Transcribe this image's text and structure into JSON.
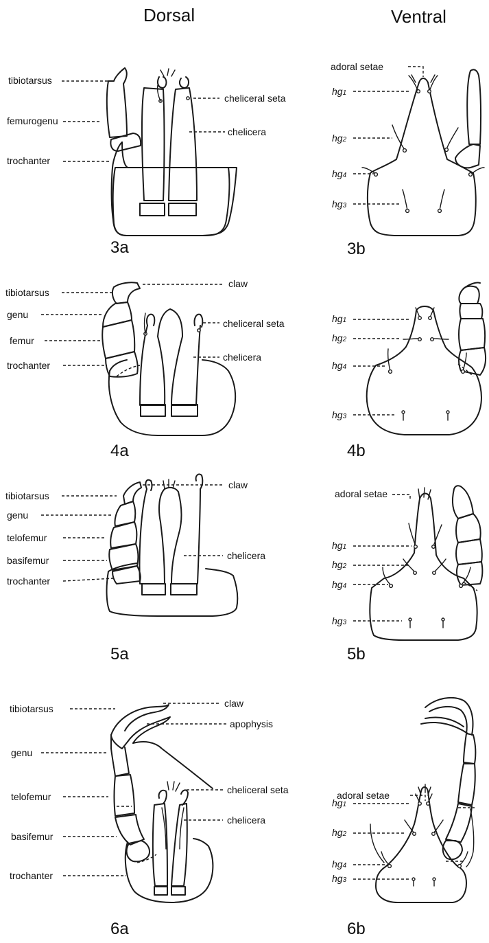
{
  "headers": {
    "dorsal": "Dorsal",
    "ventral": "Ventral"
  },
  "figures": {
    "f3a": "3a",
    "f3b": "3b",
    "f4a": "4a",
    "f4b": "4b",
    "f5a": "5a",
    "f5b": "5b",
    "f6a": "6a",
    "f6b": "6b"
  },
  "labels": {
    "p3a": {
      "tibiotarsus": "tibiotarsus",
      "femurogenu": "femurogenu",
      "trochanter": "trochanter",
      "cheliceral_seta": "cheliceral seta",
      "chelicera": "chelicera"
    },
    "p3b": {
      "adoral_setae": "adoral setae",
      "hg1": "hg",
      "hg1_sub": "1",
      "hg2": "hg",
      "hg2_sub": "2",
      "hg4": "hg",
      "hg4_sub": "4",
      "hg3": "hg",
      "hg3_sub": "3"
    },
    "p4a": {
      "tibiotarsus": "tibiotarsus",
      "genu": "genu",
      "femur": "femur",
      "trochanter": "trochanter",
      "claw": "claw",
      "cheliceral_seta": "cheliceral seta",
      "chelicera": "chelicera"
    },
    "p4b": {
      "hg1": "hg",
      "hg1_sub": "1",
      "hg2": "hg",
      "hg2_sub": "2",
      "hg4": "hg",
      "hg4_sub": "4",
      "hg3": "hg",
      "hg3_sub": "3"
    },
    "p5a": {
      "tibiotarsus": "tibiotarsus",
      "genu": "genu",
      "telofemur": "telofemur",
      "basifemur": "basifemur",
      "trochanter": "trochanter",
      "claw": "claw",
      "chelicera": "chelicera"
    },
    "p5b": {
      "adoral_setae": "adoral setae",
      "hg1": "hg",
      "hg1_sub": "1",
      "hg2": "hg",
      "hg2_sub": "2",
      "hg4": "hg",
      "hg4_sub": "4",
      "hg3": "hg",
      "hg3_sub": "3"
    },
    "p6a": {
      "tibiotarsus": "tibiotarsus",
      "genu": "genu",
      "telofemur": "telofemur",
      "basifemur": "basifemur",
      "trochanter": "trochanter",
      "claw": "claw",
      "apophysis": "apophysis",
      "cheliceral_seta": "cheliceral seta",
      "chelicera": "chelicera"
    },
    "p6b": {
      "adoral_setae": "adoral setae",
      "hg1": "hg",
      "hg1_sub": "1",
      "hg2": "hg",
      "hg2_sub": "2",
      "hg4": "hg",
      "hg4_sub": "4",
      "hg3": "hg",
      "hg3_sub": "3"
    }
  }
}
